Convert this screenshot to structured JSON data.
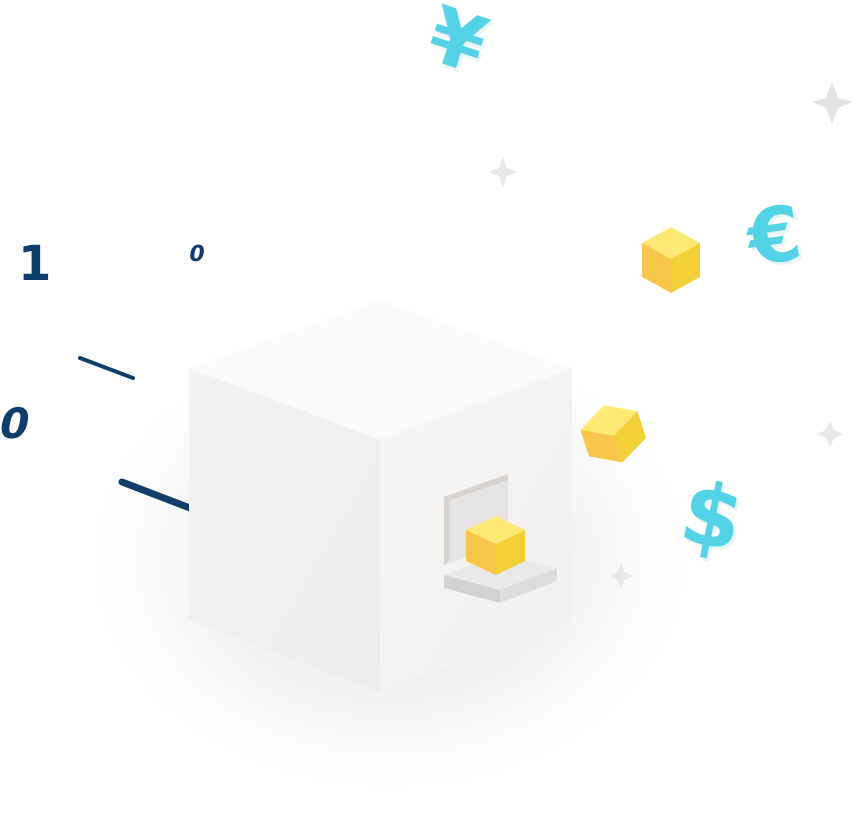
{
  "illustration": {
    "binary_digits": [
      "1",
      "0",
      "0"
    ],
    "currency_symbols": [
      "¥",
      "€",
      "$"
    ],
    "colors": {
      "background": "#ffffff",
      "binary": "#0f3e6b",
      "currency": "#55d3e6",
      "cube_top": "#f9f9f9",
      "cube_left": "#f0f0f0",
      "cube_right": "#f4f3f2",
      "gold_top": "#ffe874",
      "gold_left": "#f8c64a",
      "gold_right": "#f2d037",
      "sparkle": "#e3e3e3"
    },
    "icons": [
      "sparkle-icon",
      "gold-block-icon",
      "data-cube"
    ]
  }
}
